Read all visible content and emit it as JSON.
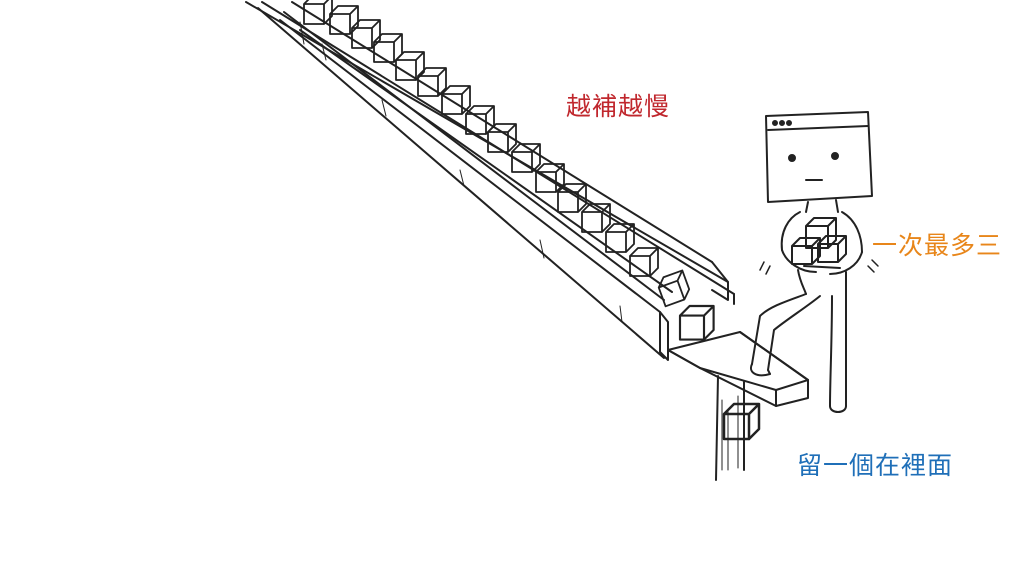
{
  "annotations": {
    "slower": {
      "text": "越補越慢",
      "color": "#c0272d"
    },
    "max_three": {
      "text": "一次最多三",
      "color": "#e8861a"
    },
    "leave_one": {
      "text": "留一個在裡面",
      "color": "#1f6fb8"
    }
  },
  "illustration": {
    "ink_color": "#222222",
    "conveyor_box_count": 15,
    "carried_box_count": 3
  }
}
